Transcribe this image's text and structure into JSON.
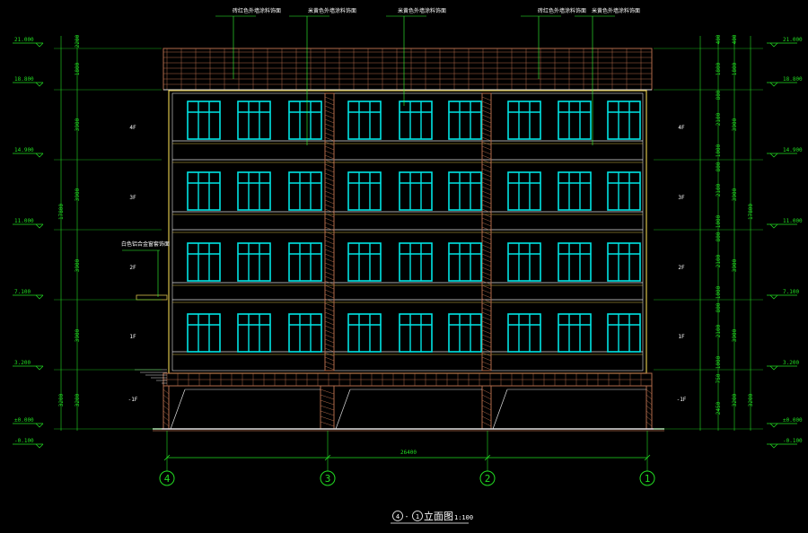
{
  "colors": {
    "background": "#000000",
    "dimension": "#22dd22",
    "window": "#00e5e5",
    "outline": "#e0e0e0",
    "brick": "#b06a4a",
    "trim": "#d8c04a",
    "text": "#ffffff",
    "leader": "#33ff33"
  },
  "title": {
    "circles": [
      "4",
      "1"
    ],
    "sep": "-",
    "text": "立面图",
    "scale": "1:100"
  },
  "elevations_left": [
    "21.000",
    "18.800",
    "14.900",
    "11.000",
    "7.100",
    "3.200",
    "±0.000",
    "-0.100"
  ],
  "elevations_right": [
    "21.000",
    "18.800",
    "14.900",
    "11.000",
    "7.100",
    "3.200",
    "±0.000",
    "-0.100"
  ],
  "dims_left_inner": [
    "2200",
    "1800",
    "3900",
    "3900",
    "3900",
    "3900",
    "3200"
  ],
  "dims_left_outer": [
    "17800",
    "3200"
  ],
  "dims_right_detail": [
    "400",
    "1800",
    "800",
    "2100",
    "1000",
    "800",
    "2100",
    "1000",
    "800",
    "2100",
    "1000",
    "800",
    "2100",
    "1000",
    "750",
    "2450"
  ],
  "dims_right_inner": [
    "400",
    "1800",
    "3900",
    "3900",
    "3900",
    "3900",
    "3200"
  ],
  "dims_right_outer": [
    "17800",
    "3200"
  ],
  "floor_labels_left": [
    "4F",
    "3F",
    "2F",
    "1F",
    "-1F"
  ],
  "floor_labels_right": [
    "4F",
    "3F",
    "2F",
    "1F",
    "-1F"
  ],
  "axis_labels": [
    "4",
    "3",
    "2",
    "1"
  ],
  "total_width_dim": "26400",
  "annotations_top": [
    "砖红色外墙涂料饰面",
    "米黄色外墙涂料饰面",
    "米黄色外墙涂料饰面",
    "砖红色外墙涂料饰面",
    "米黄色外墙涂料饰面"
  ],
  "annotation_left": "白色铝合金窗套饰面"
}
